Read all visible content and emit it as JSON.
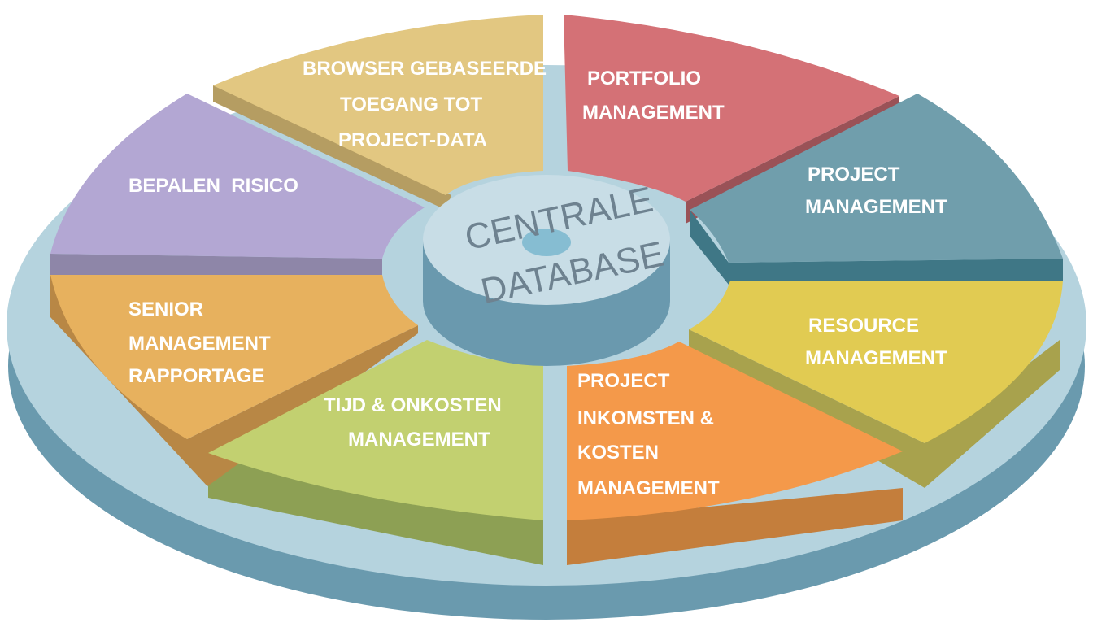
{
  "diagram": {
    "center": {
      "line1": "CENTRALE",
      "line2": "DATABASE"
    },
    "segments": [
      {
        "id": "portfolio",
        "lines": [
          "PORTFOLIO",
          "MANAGEMENT"
        ],
        "color": "#d47176"
      },
      {
        "id": "project-management",
        "lines": [
          "PROJECT",
          "MANAGEMENT"
        ],
        "color": "#709eac"
      },
      {
        "id": "resource",
        "lines": [
          "RESOURCE",
          "MANAGEMENT"
        ],
        "color": "#e1cb52"
      },
      {
        "id": "project-inkomsten",
        "lines": [
          "PROJECT",
          "INKOMSTEN &",
          "KOSTEN",
          "MANAGEMENT"
        ],
        "color": "#f4994a"
      },
      {
        "id": "tijd-onkosten",
        "lines": [
          "TIJD & ONKOSTEN",
          "MANAGEMENT"
        ],
        "color": "#c2d070"
      },
      {
        "id": "senior-management",
        "lines": [
          "SENIOR",
          "MANAGEMENT",
          "RAPPORTAGE"
        ],
        "color": "#e7b15e"
      },
      {
        "id": "bepalen-risico",
        "lines": [
          "BEPALEN  RISICO"
        ],
        "color": "#b3a7d3"
      },
      {
        "id": "browser",
        "lines": [
          "BROWSER GEBASEERDE",
          "TOEGANG TOT",
          "PROJECT-DATA"
        ],
        "color": "#e2c781"
      }
    ],
    "colors": {
      "plate_top": "#b5d3de",
      "plate_side": "#6a9aae",
      "hub_top": "#c8dde6",
      "hub_side": "#6a99ae",
      "hub_dot": "#86bdd2"
    }
  }
}
